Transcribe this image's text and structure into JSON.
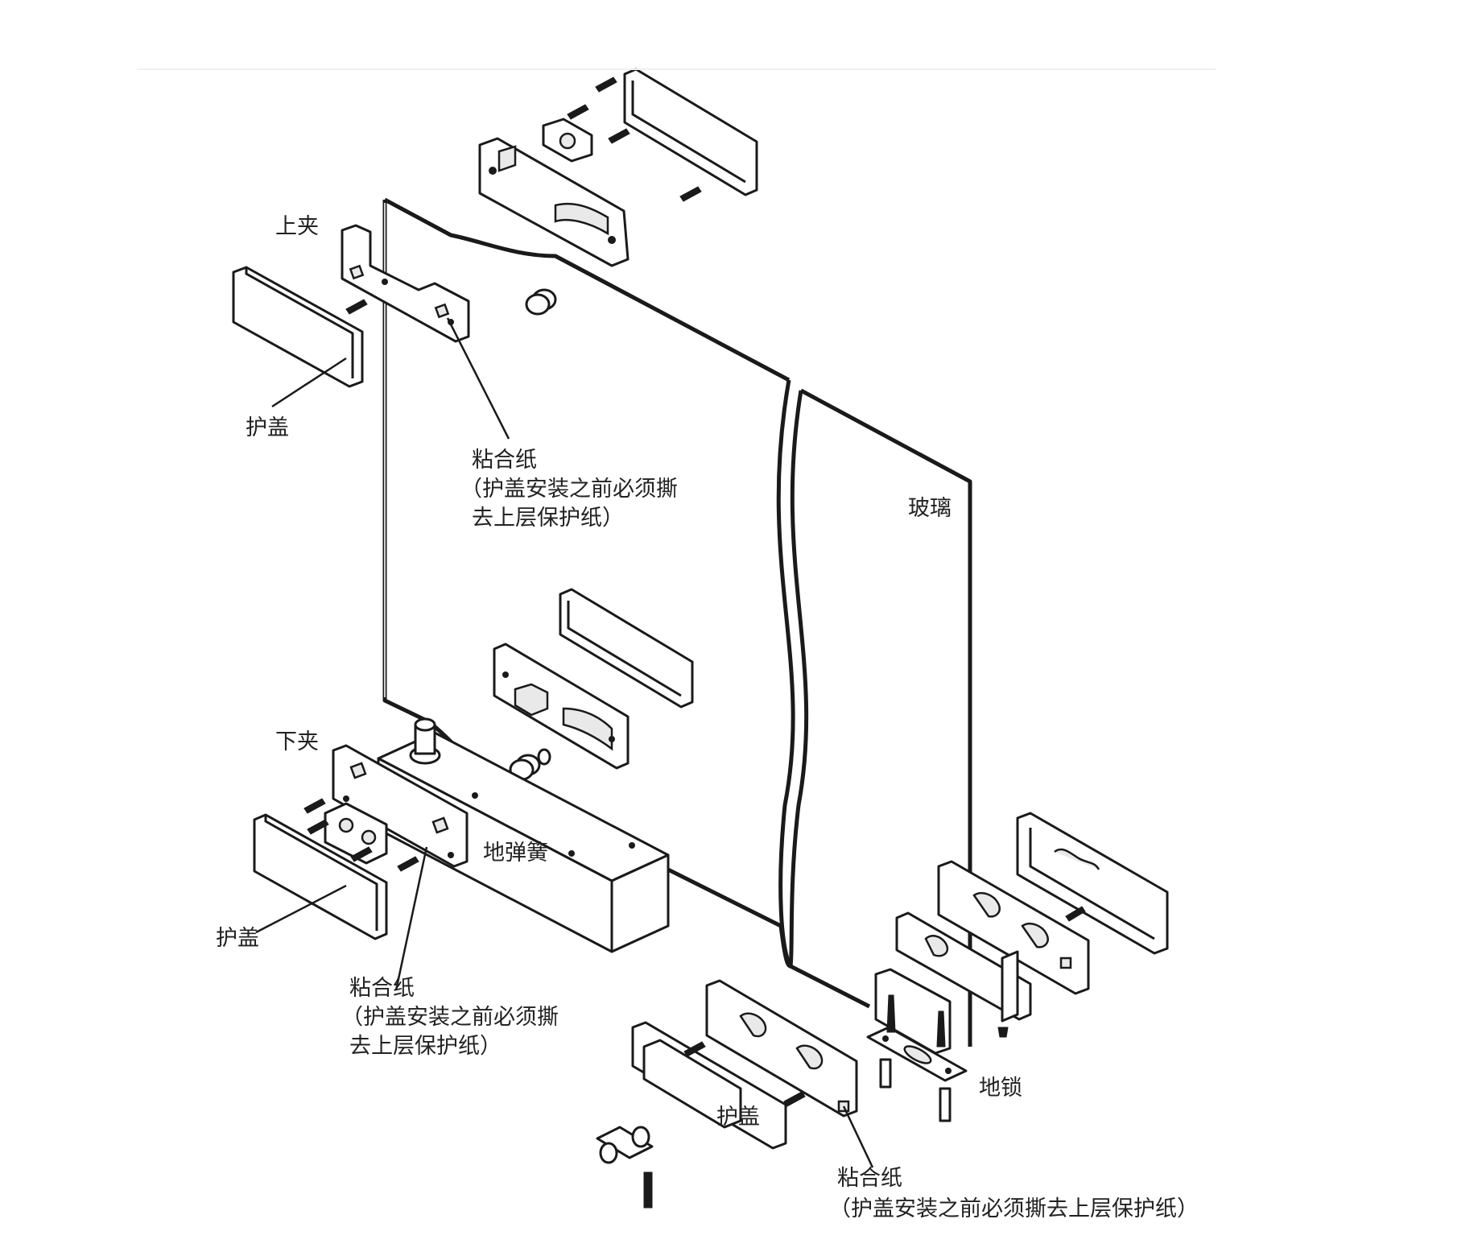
{
  "labels": {
    "top_clamp": "上夹",
    "top_cover": "护盖",
    "top_adhesive_title": "粘合纸",
    "top_adhesive_line1": "（护盖安装之前必须撕",
    "top_adhesive_line2": "去上层保护纸）",
    "glass": "玻璃",
    "bottom_clamp": "下夹",
    "floor_spring": "地弹簧",
    "bottom_cover": "护盖",
    "bottom_adhesive_title": "粘合纸",
    "bottom_adhesive_line1": "（护盖安装之前必须撕",
    "bottom_adhesive_line2": "去上层保护纸）",
    "floor_lock": "地锁",
    "lock_cover": "护盖",
    "lock_adhesive_title": "粘合纸",
    "lock_adhesive_line": "（护盖安装之前必须撕去上层保护纸）"
  },
  "colors": {
    "line": "#1a1a1a",
    "text": "#222222",
    "background": "#ffffff"
  }
}
